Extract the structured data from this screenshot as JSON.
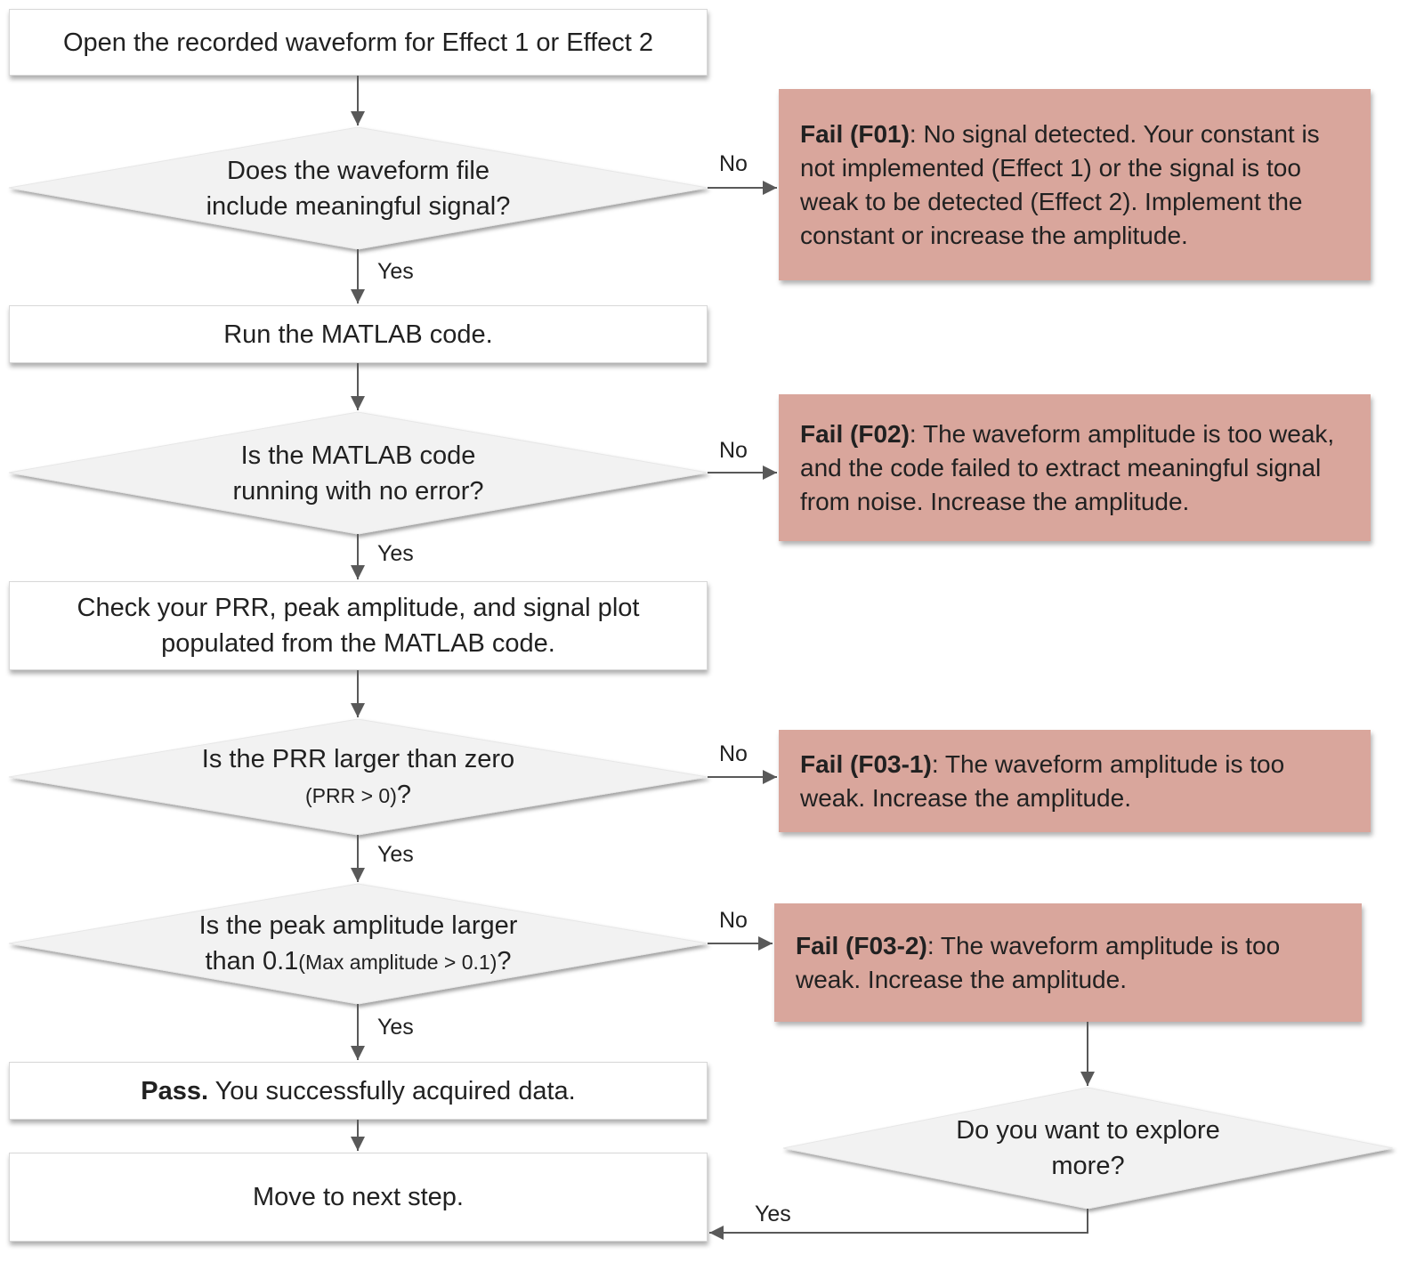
{
  "colors": {
    "fail_bg": "#d9a69c",
    "diamond_bg": "#f2f2f2",
    "arrow": "#595959",
    "text": "#212121"
  },
  "labels": {
    "yes": "Yes",
    "no": "No"
  },
  "nodes": {
    "start": {
      "text": "Open the recorded waveform for Effect 1 or Effect 2"
    },
    "d1": {
      "line1": "Does the waveform file",
      "line2": "include meaningful signal?"
    },
    "f01": {
      "bold": "Fail (F01)",
      "rest": ": No signal detected. Your constant is not implemented (Effect 1) or the signal is too weak to be detected (Effect 2). Implement the constant or increase the amplitude."
    },
    "run": {
      "text": "Run the MATLAB code."
    },
    "d2": {
      "line1": "Is the MATLAB code",
      "line2": "running with no error?"
    },
    "f02": {
      "bold": "Fail (F02)",
      "rest": ": The waveform amplitude is too weak, and the code failed to extract meaningful signal from noise. Increase the amplitude."
    },
    "check": {
      "line1": "Check your PRR, peak amplitude, and signal plot",
      "line2": "populated from the MATLAB code."
    },
    "d3": {
      "line1": "Is the PRR  larger than zero",
      "line2_small": "(PRR > 0)",
      "line2_suffix": "?"
    },
    "f03_1": {
      "bold": "Fail (F03-1)",
      "rest": ": The waveform amplitude is too weak. Increase the amplitude."
    },
    "d4": {
      "line1": "Is the peak amplitude larger",
      "line2_normal": "than 0.1",
      "line2_small": "(Max amplitude > 0.1)",
      "line2_suffix": "?"
    },
    "f03_2": {
      "bold": "Fail (F03-2)",
      "rest": ": The waveform amplitude is too weak. Increase the amplitude."
    },
    "pass": {
      "bold": "Pass.",
      "rest": " You successfully acquired data."
    },
    "d5": {
      "line1": "Do you want to explore",
      "line2": "more?"
    },
    "move": {
      "text": "Move to next step."
    }
  }
}
